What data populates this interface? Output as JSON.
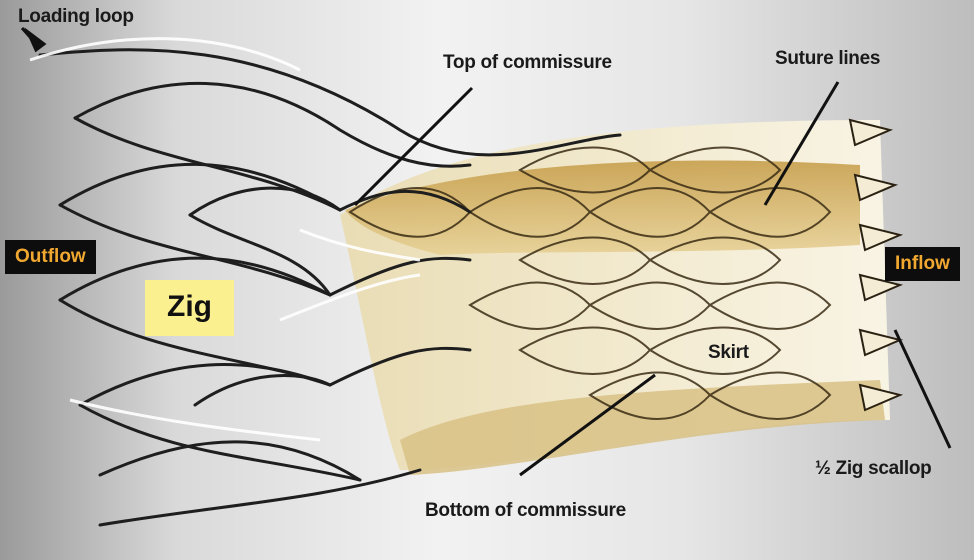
{
  "figure": {
    "description_colors": {
      "frame": "#1e1e1e",
      "tissue": "#b98f3a",
      "skirt": "#efe2b8",
      "tag_bg": "#0d0d0d",
      "tag_text": "#f0a830",
      "zig_bg": "#fbf08f"
    },
    "labels": {
      "loading_loop": "Loading loop",
      "top_commissure": "Top of commissure",
      "suture_lines": "Suture lines",
      "outflow": "Outflow",
      "inflow": "Inflow",
      "zig": "Zig",
      "skirt": "Skirt",
      "half_zig_scallop": "½ Zig scallop",
      "bottom_commissure": "Bottom of commissure"
    }
  }
}
